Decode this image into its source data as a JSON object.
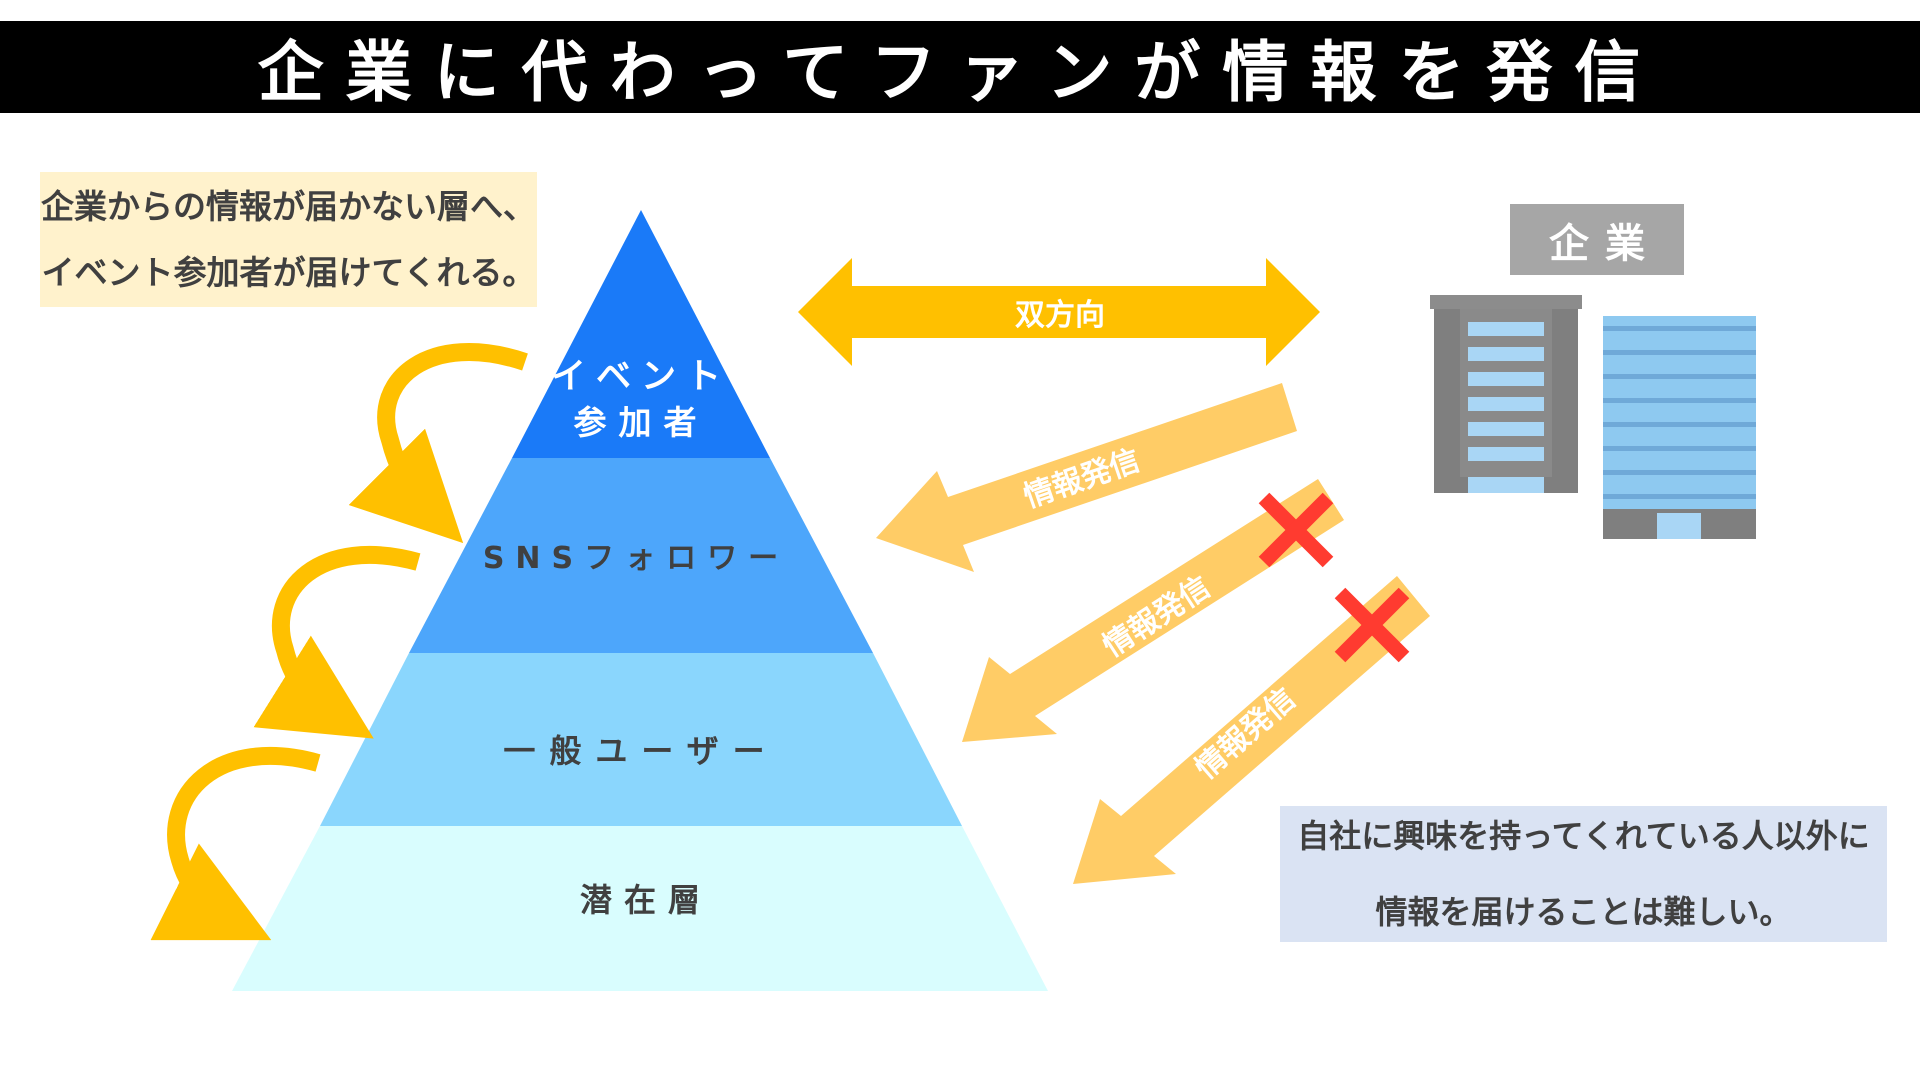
{
  "title": "企業に代わってファンが情報を発信",
  "note_left": {
    "line1": "企業からの情報が届かない層へ、",
    "line2": "イベント参加者が届けてくれる。"
  },
  "note_right": {
    "line1": "自社に興味を持ってくれている人以外に",
    "line2": "情報を届けることは難しい。"
  },
  "company_label": "企業",
  "bidirectional_label": "双方向",
  "pyramid": {
    "tiers": [
      {
        "label_line1": "イベント",
        "label_line2": "参加者",
        "color": "#1a7af8",
        "text_color": "#ffffff"
      },
      {
        "label": "SNSフォロワー",
        "color": "#4da6fb",
        "text_color": "#404040"
      },
      {
        "label": "一般ユーザー",
        "color": "#8ad6fd",
        "text_color": "#404040"
      },
      {
        "label": "潜在層",
        "color": "#d9fdfe",
        "text_color": "#404040"
      }
    ]
  },
  "arrows": [
    {
      "label": "情報発信",
      "blocked": false
    },
    {
      "label": "情報発信",
      "blocked": true
    },
    {
      "label": "情報発信",
      "blocked": true
    }
  ],
  "colors": {
    "accent_yellow": "#ffc000",
    "light_orange": "#ffcc66",
    "cross_red": "#ff3b30"
  }
}
